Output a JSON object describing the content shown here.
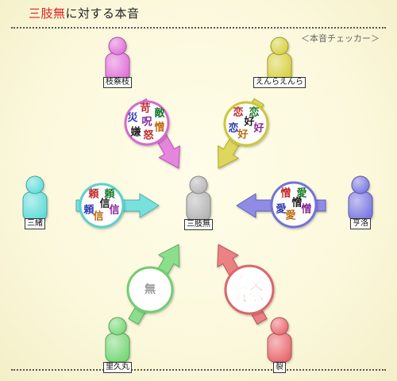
{
  "header": {
    "title_highlight": "三肢無",
    "title_rest": "に対する本音",
    "subtitle": "＜本音チェッカー＞"
  },
  "center": {
    "name": "三肢無",
    "color": "#b5b5b5"
  },
  "characters": [
    {
      "id": "top-left",
      "name": "枝蔡枝",
      "color": "#e070d8",
      "direction": "to-center",
      "chars": [
        "苛",
        "敵",
        "災",
        "呪",
        "憎",
        "嫌",
        "怒"
      ]
    },
    {
      "id": "top-right",
      "name": "えんらえんら",
      "color": "#d8d040",
      "direction": "to-center",
      "chars": [
        "恋",
        "恋",
        "恋",
        "好",
        "好",
        "好"
      ]
    },
    {
      "id": "left",
      "name": "三緒",
      "color": "#60dcd8",
      "direction": "to-center",
      "chars": [
        "頼",
        "頼",
        "頼",
        "信",
        "信",
        "信"
      ]
    },
    {
      "id": "right",
      "name": "亨洛",
      "color": "#7a78e0",
      "direction": "to-center",
      "chars": [
        "憎",
        "愛",
        "愛",
        "憎",
        "愛",
        "憎"
      ]
    },
    {
      "id": "bottom-left",
      "name": "里久丸",
      "color": "#78d878",
      "direction": "from-center",
      "chars": [
        "無"
      ]
    },
    {
      "id": "bottom-right",
      "name": "裂",
      "color": "#e86a70",
      "direction": "from-center",
      "chars": [
        "怒"
      ]
    }
  ]
}
